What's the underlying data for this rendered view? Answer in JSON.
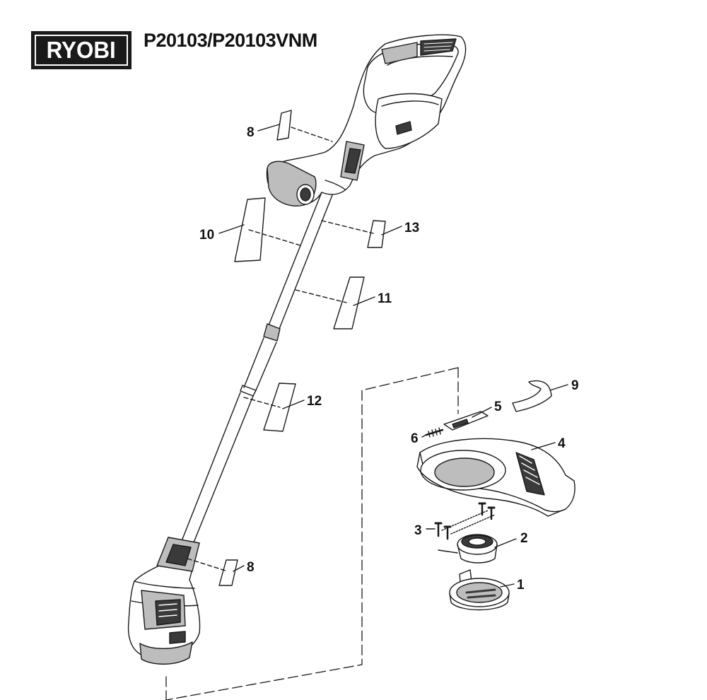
{
  "brand": {
    "logo_text": "RYOBI",
    "logo_color": "#1a1a1a"
  },
  "header": {
    "model": "P20103/P20103VNM"
  },
  "callouts": {
    "label_8_top": "8",
    "label_10": "10",
    "label_13": "13",
    "label_11": "11",
    "label_12": "12",
    "label_9": "9",
    "label_5": "5",
    "label_6": "6",
    "label_4": "4",
    "label_3": "3",
    "label_2": "2",
    "label_8_bottom": "8",
    "label_1": "1"
  },
  "colors": {
    "line": "#1a1a1a",
    "shade": "#bdbdbd",
    "dark": "#3a3a3a"
  }
}
